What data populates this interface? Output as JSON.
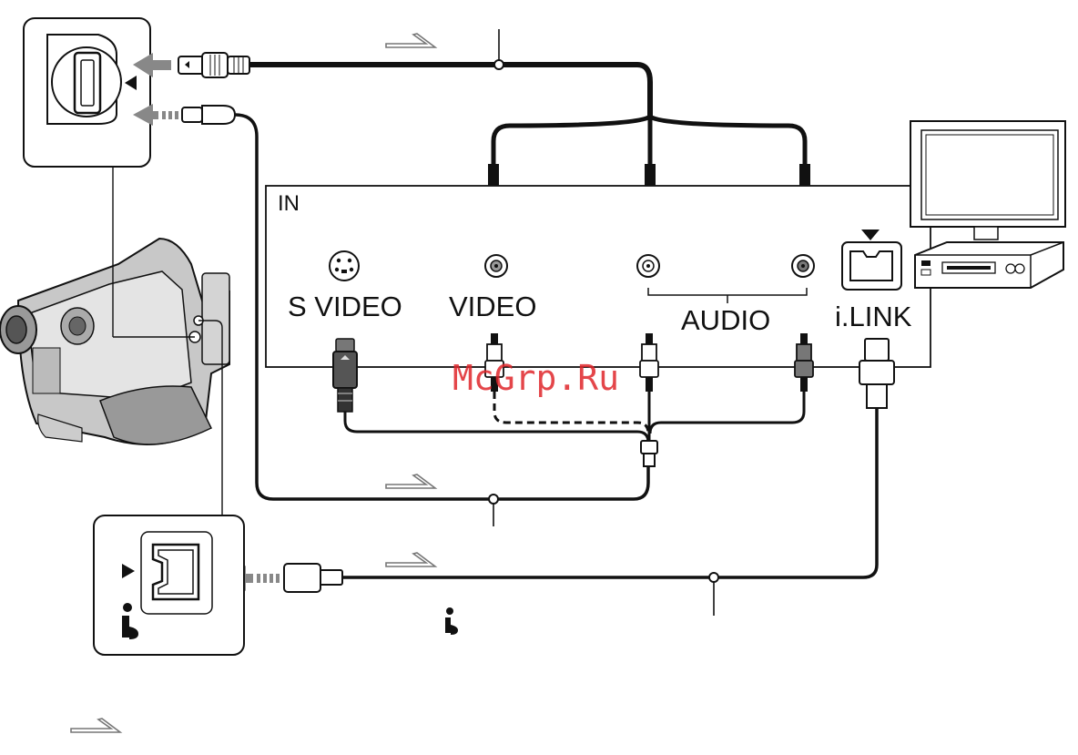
{
  "labels": {
    "in": "IN",
    "s_video": "S VIDEO",
    "video": "VIDEO",
    "audio": "AUDIO",
    "ilink": "i.LINK"
  },
  "watermark": "McGrp.Ru",
  "icons": [
    "camcorder-icon",
    "tv-icon",
    "vcr-icon",
    "av-remote-jack-icon",
    "dv-jack-icon",
    "ilink-symbol-icon",
    "signal-flow-arrow-icon",
    "triangle-pointer-icon"
  ],
  "colors": {
    "line": "#111111",
    "gray_arrow": "#888888",
    "watermark": "#e0262b",
    "fill_light": "#d9d9d9"
  }
}
